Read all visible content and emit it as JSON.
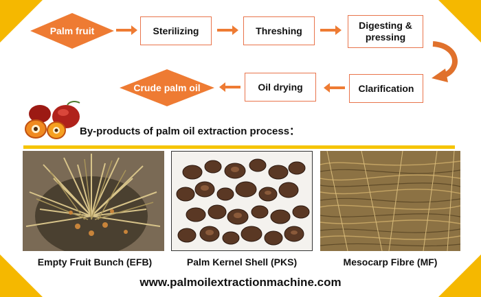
{
  "flow": {
    "start": "Palm fruit",
    "step1": "Sterilizing",
    "step2": "Threshing",
    "step3_line1": "Digesting &",
    "step3_line2": "pressing",
    "step4": "Clarification",
    "step5": "Oil drying",
    "end": "Crude palm oil"
  },
  "byproducts": {
    "title": "By-products of palm oil extraction process：",
    "items": [
      {
        "label": "Empty Fruit Bunch (EFB)"
      },
      {
        "label": "Palm Kernel Shell (PKS)"
      },
      {
        "label": "Mesocarp Fibre (MF)"
      }
    ]
  },
  "footer": {
    "url": "www.palmoilextractionmachine.com"
  },
  "colors": {
    "accent": "#e8734a",
    "corner": "#f5b800",
    "bar": "#f5c400",
    "diamond": "#ee7b33"
  },
  "icons": [
    "palm-fruit-icon",
    "arrow-right-icon",
    "arrow-left-icon",
    "curved-arrow-icon"
  ]
}
